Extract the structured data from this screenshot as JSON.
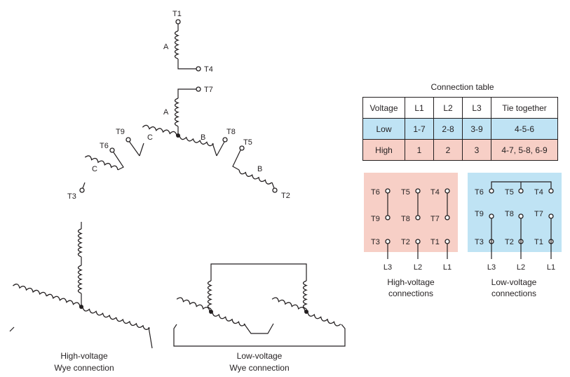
{
  "colors": {
    "low_fill": "#bfe3f4",
    "high_fill": "#f7cfc6",
    "ink": "#231f20"
  },
  "winding_labels": {
    "top": "A",
    "left": "C",
    "right": "B"
  },
  "terminals": {
    "t1": "T1",
    "t2": "T2",
    "t3": "T3",
    "t4": "T4",
    "t5": "T5",
    "t6": "T6",
    "t7": "T7",
    "t8": "T8",
    "t9": "T9"
  },
  "table": {
    "title": "Connection table",
    "headers": [
      "Voltage",
      "L1",
      "L2",
      "L3",
      "Tie together"
    ],
    "rows": [
      [
        "Low",
        "1-7",
        "2-8",
        "3-9",
        "4-5-6"
      ],
      [
        "High",
        "1",
        "2",
        "3",
        "4-7, 5-8, 6-9"
      ]
    ]
  },
  "lines": {
    "l1": "L1",
    "l2": "L2",
    "l3": "L3"
  },
  "captions": {
    "high_panel_1": "High-voltage",
    "high_panel_2": "connections",
    "low_panel_1": "Low-voltage",
    "low_panel_2": "connections",
    "high_wye_1": "High-voltage",
    "high_wye_2": "Wye connection",
    "low_wye_1": "Low-voltage",
    "low_wye_2": "Wye connection"
  }
}
